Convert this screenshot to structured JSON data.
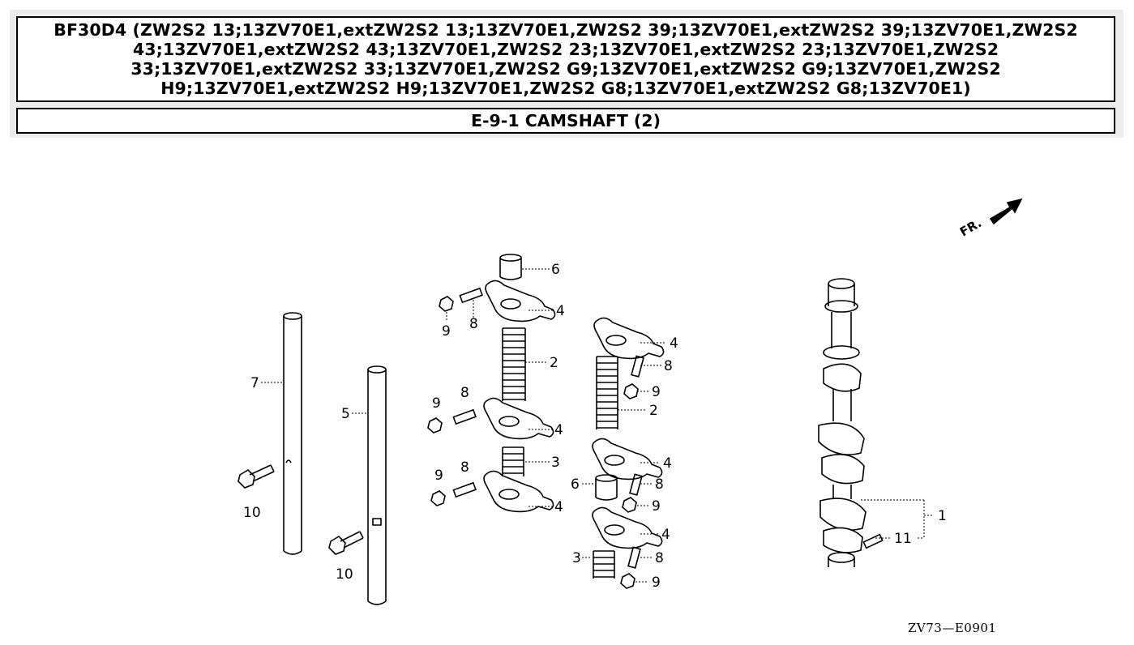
{
  "header": {
    "model_title": "BF30D4 (ZW2S2 13;13ZV70E1,extZW2S2 13;13ZV70E1,ZW2S2 39;13ZV70E1,extZW2S2 39;13ZV70E1,ZW2S2 43;13ZV70E1,extZW2S2 43;13ZV70E1,ZW2S2 23;13ZV70E1,extZW2S2 23;13ZV70E1,ZW2S2 33;13ZV70E1,extZW2S2 33;13ZV70E1,ZW2S2 G9;13ZV70E1,extZW2S2 G9;13ZV70E1,ZW2S2 H9;13ZV70E1,extZW2S2 H9;13ZV70E1,ZW2S2 G8;13ZV70E1,extZW2S2 G8;13ZV70E1)",
    "section_title": "E-9-1 CAMSHAFT (2)"
  },
  "diagram": {
    "direction_label": "FR.",
    "reference_code": "ZV73—E0901",
    "callouts": {
      "c1": "1",
      "c2a": "2",
      "c2b": "2",
      "c3a": "3",
      "c3b": "3",
      "c4a": "4",
      "c4b": "4",
      "c4c": "4",
      "c4d": "4",
      "c4e": "4",
      "c4f": "4",
      "c5": "5",
      "c6a": "6",
      "c6b": "6",
      "c7": "7",
      "c8a": "8",
      "c8b": "8",
      "c8c": "8",
      "c8d": "8",
      "c8e": "8",
      "c8f": "8",
      "c9a": "9",
      "c9b": "9",
      "c9c": "9",
      "c9d": "9",
      "c9e": "9",
      "c9f": "9",
      "c10a": "10",
      "c10b": "10",
      "c11": "11"
    }
  }
}
